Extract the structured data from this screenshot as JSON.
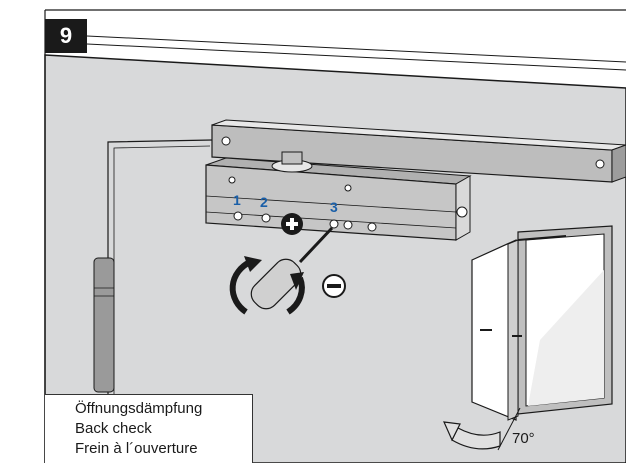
{
  "step": {
    "number": "9"
  },
  "adjusters": {
    "labels": [
      "1",
      "2",
      "3"
    ]
  },
  "caption": {
    "lines": [
      "Öffnungsdämpfung",
      "Back check",
      "Frein à l´ouverture"
    ]
  },
  "door": {
    "opening_angle_label": "70°"
  },
  "colors": {
    "wall": "#d8d9da",
    "outline": "#1a1a1a",
    "number_accent": "#1a5fa8",
    "badge": "#1a1a1a"
  },
  "icons": [
    "plus-icon",
    "minus-icon",
    "rotation-arrow-icon",
    "screwdriver-icon",
    "opening-direction-arrow-icon"
  ]
}
